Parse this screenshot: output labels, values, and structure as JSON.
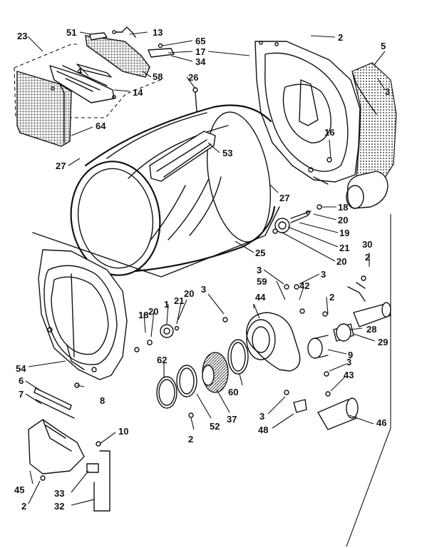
{
  "callouts": {
    "c23": "23",
    "c51": "51",
    "c13": "13",
    "c65": "65",
    "c17": "17",
    "c34": "34",
    "c4": "4",
    "c14": "14",
    "c58": "58",
    "c26": "26",
    "c64": "64",
    "c27a": "27",
    "c53": "53",
    "c27b": "27",
    "c2a": "2",
    "c5": "5",
    "c3a": "3",
    "c16": "16",
    "c18a": "18",
    "c20a": "20",
    "c19": "19",
    "c21a": "21",
    "c20b": "20",
    "c25": "25",
    "c30": "30",
    "c2b": "2",
    "c3b": "3",
    "c59": "59",
    "c3c": "3",
    "c42": "42",
    "c3d": "3",
    "c44": "44",
    "c2c": "2",
    "c18b": "18",
    "c20c": "20",
    "c1": "1",
    "c21b": "21",
    "c20d": "20",
    "c29": "29",
    "c28": "28",
    "c9": "9",
    "c62": "62",
    "c3e": "3",
    "c43": "43",
    "c54": "54",
    "c6": "6",
    "c7": "7",
    "c8": "8",
    "c60": "60",
    "c37": "37",
    "c52": "52",
    "c3f": "3",
    "c48": "48",
    "c46": "46",
    "c2d": "2",
    "c10": "10",
    "c45": "45",
    "c33": "33",
    "c2e": "2",
    "c32": "32"
  }
}
